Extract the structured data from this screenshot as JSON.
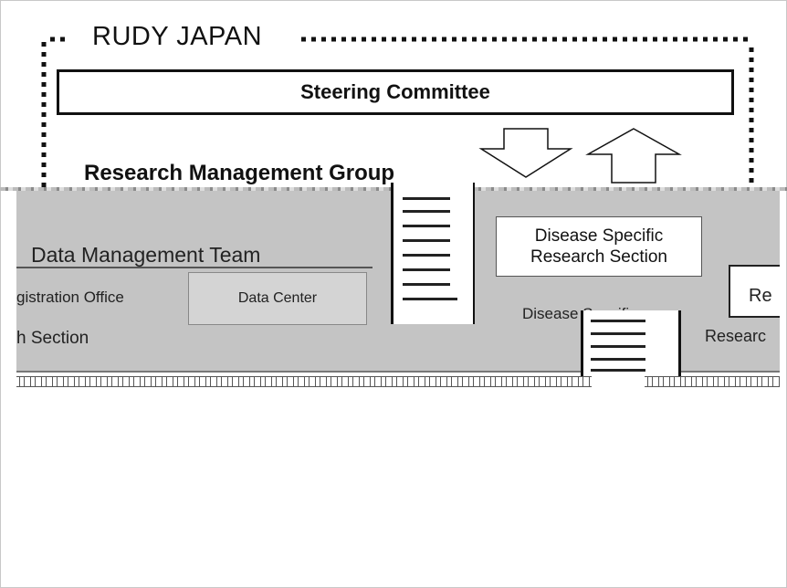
{
  "diagram": {
    "group_title": "RUDY JAPAN",
    "steering_committee": "Steering Committee",
    "research_management_group": "Research Management Group",
    "disease_specific_box": {
      "line1": "Disease Specific",
      "line2": "Research Section"
    },
    "data_management_team": "Data Management Team",
    "registration_office_partial": "gistration Office",
    "data_center": "Data Center",
    "disease_specific_partial": "Disease Specific",
    "re_partial": "Re",
    "research_partial": "Researc",
    "section_partial": "h Section"
  },
  "colors": {
    "border": "#111111",
    "band": "#c4c4c4",
    "background": "#ffffff"
  }
}
